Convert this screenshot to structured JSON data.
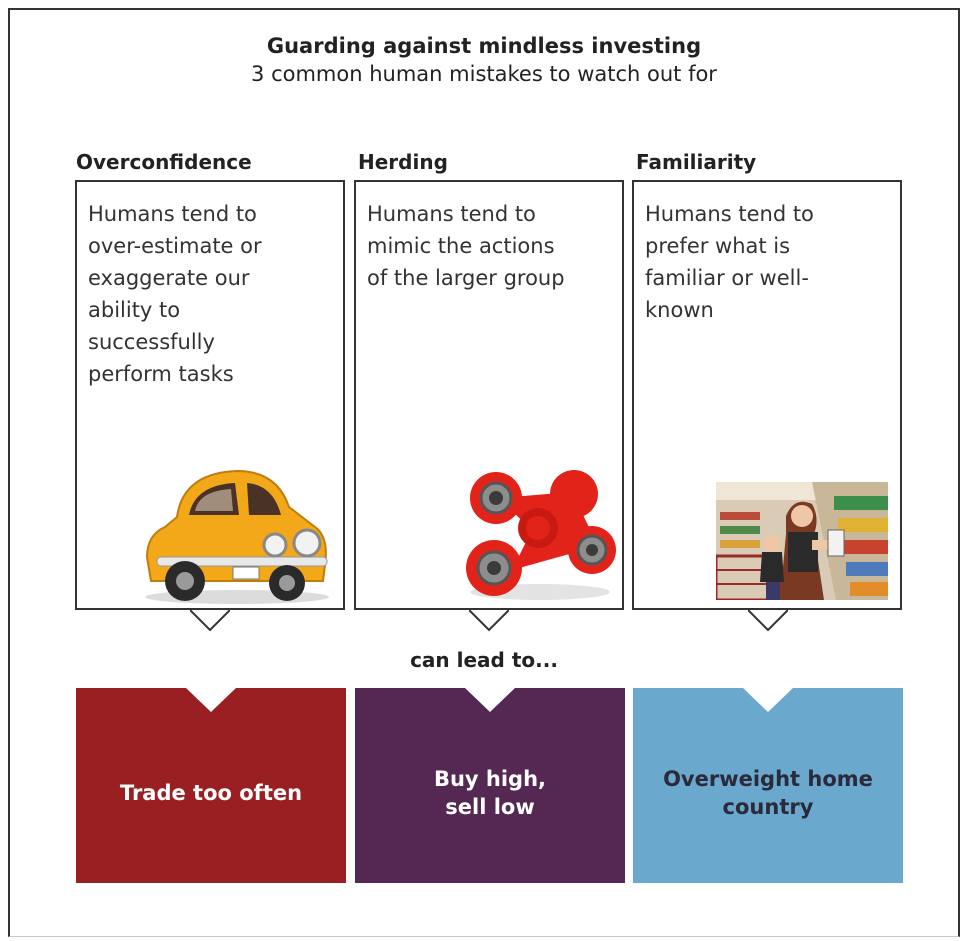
{
  "header": {
    "title": "Guarding against mindless investing",
    "subtitle": "3 common human mistakes to watch out for"
  },
  "mistakes": [
    {
      "heading": "Overconfidence",
      "text": "Humans tend to over-estimate or exaggerate our ability to successfully perform tasks",
      "image": "yellow-car-illustration"
    },
    {
      "heading": "Herding",
      "text": "Humans tend to mimic the actions of the larger group",
      "image": "fidget-spinner-illustration"
    },
    {
      "heading": "Familiarity",
      "text": "Humans tend to prefer what is familiar or well-known",
      "image": "grocery-shopping-photo"
    }
  ],
  "connector": "can lead to...",
  "outcomes": [
    {
      "label": "Trade too often",
      "color": "#9a1f22",
      "text_color": "#ffffff"
    },
    {
      "label": "Buy high,\nsell low",
      "color": "#552753",
      "text_color": "#ffffff"
    },
    {
      "label": "Overweight home\ncountry",
      "color": "#6aa8cd",
      "text_color": "#2a2a3a"
    }
  ]
}
